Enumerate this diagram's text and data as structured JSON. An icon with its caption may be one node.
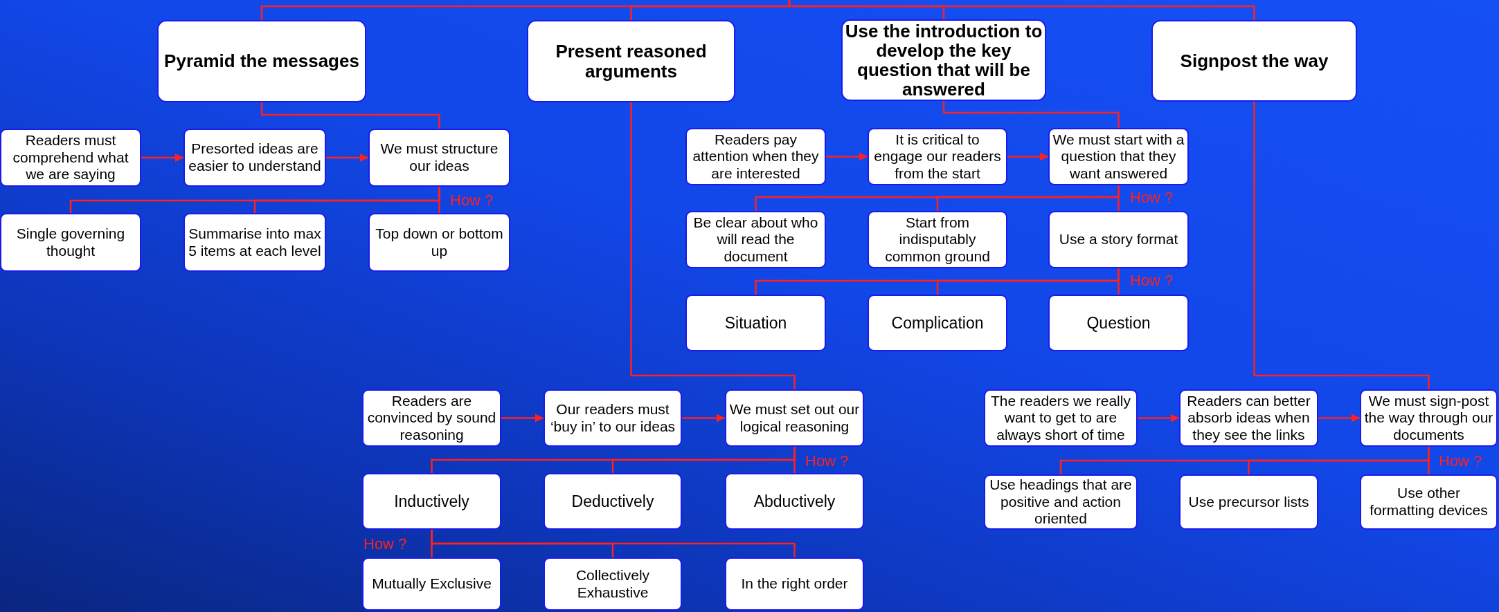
{
  "diagram": {
    "nodes": [
      {
        "text": [
          "Pyramid the messages"
        ]
      },
      {
        "text": [
          "Present reasoned arguments"
        ]
      },
      {
        "text": [
          "Use the introduction to develop the key question that will be answered"
        ]
      },
      {
        "text": [
          "Signpost the way"
        ]
      },
      {
        "text": [
          "Readers must comprehend what we are saying"
        ]
      },
      {
        "text": [
          "Presorted ideas are easier to understand"
        ]
      },
      {
        "text": [
          "We must structure our ideas"
        ]
      },
      {
        "text": [
          "Single governing thought"
        ]
      },
      {
        "text": [
          "Summarise into max 5 items at each level"
        ]
      },
      {
        "text": [
          "Top down or bottom up"
        ]
      },
      {
        "text": [
          "Readers pay attention when they are interested"
        ]
      },
      {
        "text": [
          "It is critical to engage our readers from the start"
        ]
      },
      {
        "text": [
          "We must start with a question that they want answered"
        ]
      },
      {
        "text": [
          "Be clear about who will read the document"
        ]
      },
      {
        "text": [
          "Start from indisputably common ground"
        ]
      },
      {
        "text": [
          "Use a story format"
        ]
      },
      {
        "text": [
          "Situation"
        ]
      },
      {
        "text": [
          "Complication"
        ]
      },
      {
        "text": [
          "Question"
        ]
      },
      {
        "text": [
          "Readers are convinced by sound reasoning"
        ]
      },
      {
        "text": [
          "Our readers must ‘buy in’ to our ideas"
        ]
      },
      {
        "text": [
          "We must set out our logical reasoning"
        ]
      },
      {
        "text": [
          "Inductively"
        ]
      },
      {
        "text": [
          "Deductively"
        ]
      },
      {
        "text": [
          "Abductively"
        ]
      },
      {
        "text": [
          "Mutually Exclusive"
        ]
      },
      {
        "text": [
          "Collectively Exhaustive"
        ]
      },
      {
        "text": [
          "In the right order"
        ]
      },
      {
        "text": [
          "The readers we really want to get to are always short of time"
        ]
      },
      {
        "text": [
          "Readers can better absorb ideas when they see the links"
        ]
      },
      {
        "text": [
          "We must sign-post the way through our documents"
        ]
      },
      {
        "text": [
          "Use headings that are positive and action oriented"
        ]
      },
      {
        "text": [
          "Use precursor lists"
        ]
      },
      {
        "text": [
          "Use other formatting devices"
        ]
      }
    ],
    "edges": [
      {
        "from": null,
        "to": 0,
        "arrow": "none"
      },
      {
        "from": null,
        "to": 1,
        "arrow": "none"
      },
      {
        "from": null,
        "to": 2,
        "arrow": "none"
      },
      {
        "from": null,
        "to": 3,
        "arrow": "none"
      },
      {
        "from": 0,
        "to": 6,
        "arrow": "none"
      },
      {
        "from": 4,
        "to": 5,
        "arrow": "to"
      },
      {
        "from": 5,
        "to": 6,
        "arrow": "to"
      },
      {
        "from": 6,
        "to": 7,
        "arrow": "none"
      },
      {
        "from": 6,
        "to": 8,
        "arrow": "none"
      },
      {
        "from": 6,
        "to": 9,
        "arrow": "none"
      },
      {
        "from": 2,
        "to": 12,
        "arrow": "none"
      },
      {
        "from": 10,
        "to": 11,
        "arrow": "to"
      },
      {
        "from": 11,
        "to": 12,
        "arrow": "to"
      },
      {
        "from": 12,
        "to": 13,
        "arrow": "none"
      },
      {
        "from": 12,
        "to": 14,
        "arrow": "none"
      },
      {
        "from": 12,
        "to": 15,
        "arrow": "none"
      },
      {
        "from": 15,
        "to": 16,
        "arrow": "none"
      },
      {
        "from": 15,
        "to": 17,
        "arrow": "none"
      },
      {
        "from": 15,
        "to": 18,
        "arrow": "none"
      },
      {
        "from": 1,
        "to": 21,
        "arrow": "none"
      },
      {
        "from": 19,
        "to": 20,
        "arrow": "to"
      },
      {
        "from": 20,
        "to": 21,
        "arrow": "to"
      },
      {
        "from": 21,
        "to": 22,
        "arrow": "none"
      },
      {
        "from": 21,
        "to": 23,
        "arrow": "none"
      },
      {
        "from": 21,
        "to": 24,
        "arrow": "none"
      },
      {
        "from": 22,
        "to": 25,
        "arrow": "none"
      },
      {
        "from": 22,
        "to": 26,
        "arrow": "none"
      },
      {
        "from": 22,
        "to": 27,
        "arrow": "none"
      },
      {
        "from": 3,
        "to": 30,
        "arrow": "none"
      },
      {
        "from": 28,
        "to": 29,
        "arrow": "to"
      },
      {
        "from": 29,
        "to": 30,
        "arrow": "to"
      },
      {
        "from": 30,
        "to": 31,
        "arrow": "none"
      },
      {
        "from": 30,
        "to": 32,
        "arrow": "none"
      },
      {
        "from": 30,
        "to": 33,
        "arrow": "none"
      }
    ],
    "labels": [
      "How ?",
      "How ?",
      "How ?",
      "How ?",
      "How ?",
      "How ?"
    ]
  }
}
